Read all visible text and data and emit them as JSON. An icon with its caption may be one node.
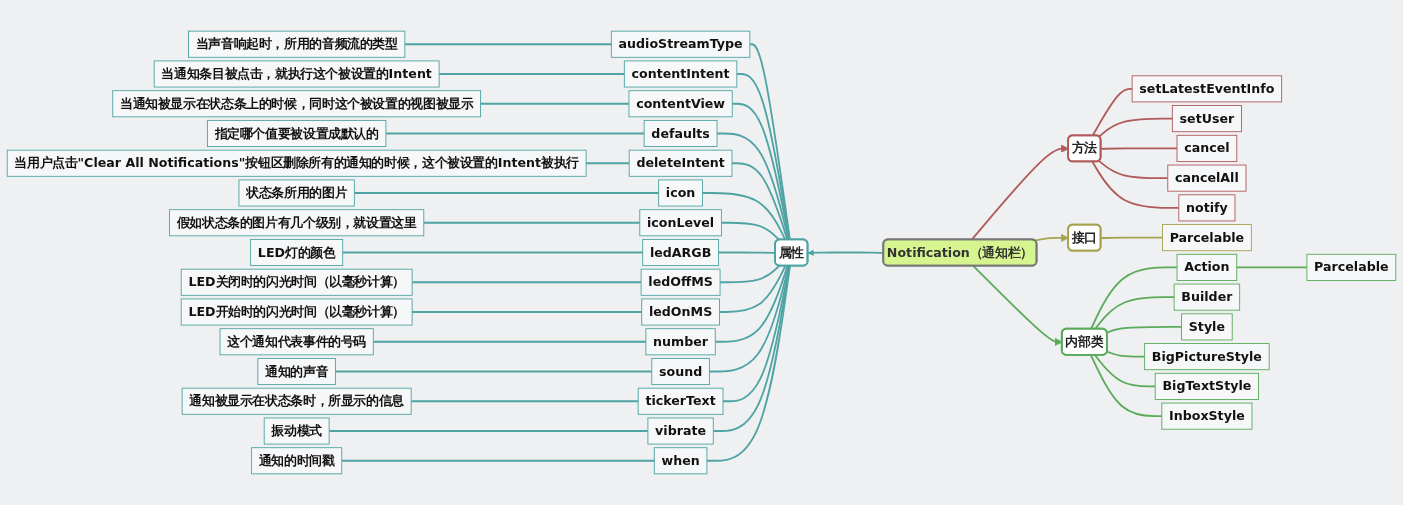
{
  "diagram": {
    "nodes": [
      {
        "text": [
          "Notification（通知栏）"
        ]
      },
      {
        "text": [
          "方法"
        ]
      },
      {
        "text": [
          "setLatestEventInfo"
        ]
      },
      {
        "text": [
          "setUser"
        ]
      },
      {
        "text": [
          "cancel"
        ]
      },
      {
        "text": [
          "cancelAll"
        ]
      },
      {
        "text": [
          "notify"
        ]
      },
      {
        "text": [
          "接口"
        ]
      },
      {
        "text": [
          "Parcelable"
        ]
      },
      {
        "text": [
          "内部类"
        ]
      },
      {
        "text": [
          "Action"
        ]
      },
      {
        "text": [
          "Parcelable"
        ]
      },
      {
        "text": [
          "Builder"
        ]
      },
      {
        "text": [
          "Style"
        ]
      },
      {
        "text": [
          "BigPictureStyle"
        ]
      },
      {
        "text": [
          "BigTextStyle"
        ]
      },
      {
        "text": [
          "InboxStyle"
        ]
      },
      {
        "text": [
          "属性"
        ]
      },
      {
        "text": [
          "audioStreamType"
        ]
      },
      {
        "text": [
          "当声音响起时，所用的音频流的类型"
        ]
      },
      {
        "text": [
          "contentIntent"
        ]
      },
      {
        "text": [
          "当通知条目被点击，就执行这个被设置的Intent"
        ]
      },
      {
        "text": [
          "contentView"
        ]
      },
      {
        "text": [
          "当通知被显示在状态条上的时候，同时这个被设置的视图被显示"
        ]
      },
      {
        "text": [
          "defaults"
        ]
      },
      {
        "text": [
          "指定哪个值要被设置成默认的"
        ]
      },
      {
        "text": [
          "deleteIntent"
        ]
      },
      {
        "text": [
          "当用户点击\"Clear All Notifications\"按钮区删除所有的通知的时候，这个被设置的Intent被执行"
        ]
      },
      {
        "text": [
          "icon"
        ]
      },
      {
        "text": [
          "状态条所用的图片"
        ]
      },
      {
        "text": [
          "iconLevel"
        ]
      },
      {
        "text": [
          "假如状态条的图片有几个级别，就设置这里"
        ]
      },
      {
        "text": [
          "ledARGB"
        ]
      },
      {
        "text": [
          "LED灯的颜色"
        ]
      },
      {
        "text": [
          "ledOffMS"
        ]
      },
      {
        "text": [
          "LED关闭时的闪光时间（以毫秒计算）"
        ]
      },
      {
        "text": [
          "ledOnMS"
        ]
      },
      {
        "text": [
          "LED开始时的闪光时间（以毫秒计算）"
        ]
      },
      {
        "text": [
          "number"
        ]
      },
      {
        "text": [
          "这个通知代表事件的号码"
        ]
      },
      {
        "text": [
          "sound"
        ]
      },
      {
        "text": [
          "通知的声音"
        ]
      },
      {
        "text": [
          "tickerText"
        ]
      },
      {
        "text": [
          "通知被显示在状态条时，所显示的信息"
        ]
      },
      {
        "text": [
          "vibrate"
        ]
      },
      {
        "text": [
          "振动模式"
        ]
      },
      {
        "text": [
          "when"
        ]
      },
      {
        "text": [
          "通知的时间戳"
        ]
      }
    ],
    "edges": [
      {
        "from": 0,
        "to": 1,
        "arrow": "to",
        "color": "#b05a5a"
      },
      {
        "from": 1,
        "to": 2,
        "arrow": "none",
        "color": "#b05a5a"
      },
      {
        "from": 1,
        "to": 3,
        "arrow": "none",
        "color": "#b05a5a"
      },
      {
        "from": 1,
        "to": 4,
        "arrow": "none",
        "color": "#b05a5a"
      },
      {
        "from": 1,
        "to": 5,
        "arrow": "none",
        "color": "#b05a5a"
      },
      {
        "from": 1,
        "to": 6,
        "arrow": "none",
        "color": "#b05a5a"
      },
      {
        "from": 0,
        "to": 7,
        "arrow": "to",
        "color": "#a8a24e"
      },
      {
        "from": 7,
        "to": 8,
        "arrow": "none",
        "color": "#a8a24e"
      },
      {
        "from": 0,
        "to": 9,
        "arrow": "to",
        "color": "#5aaa5a"
      },
      {
        "from": 9,
        "to": 10,
        "arrow": "none",
        "color": "#5aaa5a"
      },
      {
        "from": 10,
        "to": 11,
        "arrow": "none",
        "color": "#5aaa5a"
      },
      {
        "from": 9,
        "to": 12,
        "arrow": "none",
        "color": "#5aaa5a"
      },
      {
        "from": 9,
        "to": 13,
        "arrow": "none",
        "color": "#5aaa5a"
      },
      {
        "from": 9,
        "to": 14,
        "arrow": "none",
        "color": "#5aaa5a"
      },
      {
        "from": 9,
        "to": 15,
        "arrow": "none",
        "color": "#5aaa5a"
      },
      {
        "from": 9,
        "to": 16,
        "arrow": "none",
        "color": "#5aaa5a"
      },
      {
        "from": 0,
        "to": 17,
        "arrow": "to"
      },
      {
        "from": 17,
        "to": 18,
        "arrow": "none"
      },
      {
        "from": 18,
        "to": 19,
        "arrow": "none"
      },
      {
        "from": 17,
        "to": 20,
        "arrow": "none"
      },
      {
        "from": 20,
        "to": 21,
        "arrow": "none"
      },
      {
        "from": 17,
        "to": 22,
        "arrow": "none"
      },
      {
        "from": 22,
        "to": 23,
        "arrow": "none"
      },
      {
        "from": 17,
        "to": 24,
        "arrow": "none"
      },
      {
        "from": 24,
        "to": 25,
        "arrow": "none"
      },
      {
        "from": 17,
        "to": 26,
        "arrow": "none"
      },
      {
        "from": 26,
        "to": 27,
        "arrow": "none"
      },
      {
        "from": 17,
        "to": 28,
        "arrow": "none"
      },
      {
        "from": 28,
        "to": 29,
        "arrow": "none"
      },
      {
        "from": 17,
        "to": 30,
        "arrow": "none"
      },
      {
        "from": 30,
        "to": 31,
        "arrow": "none"
      },
      {
        "from": 17,
        "to": 32,
        "arrow": "none"
      },
      {
        "from": 32,
        "to": 33,
        "arrow": "none"
      },
      {
        "from": 17,
        "to": 34,
        "arrow": "none"
      },
      {
        "from": 34,
        "to": 35,
        "arrow": "none"
      },
      {
        "from": 17,
        "to": 36,
        "arrow": "none"
      },
      {
        "from": 36,
        "to": 37,
        "arrow": "none"
      },
      {
        "from": 17,
        "to": 38,
        "arrow": "none"
      },
      {
        "from": 38,
        "to": 39,
        "arrow": "none"
      },
      {
        "from": 17,
        "to": 40,
        "arrow": "none"
      },
      {
        "from": 40,
        "to": 41,
        "arrow": "none"
      },
      {
        "from": 17,
        "to": 42,
        "arrow": "none"
      },
      {
        "from": 42,
        "to": 43,
        "arrow": "none"
      },
      {
        "from": 17,
        "to": 44,
        "arrow": "none"
      },
      {
        "from": 44,
        "to": 45,
        "arrow": "none"
      },
      {
        "from": 17,
        "to": 46,
        "arrow": "none"
      },
      {
        "from": 46,
        "to": 47,
        "arrow": "none"
      }
    ]
  }
}
